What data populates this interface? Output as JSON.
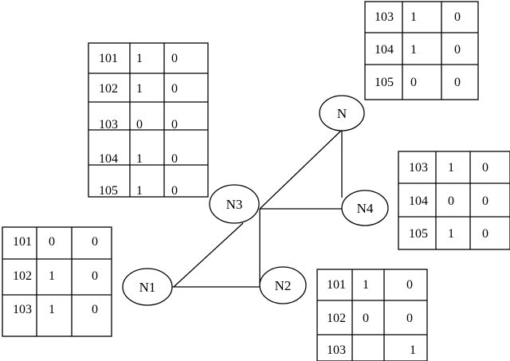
{
  "nodes": {
    "n": {
      "label": "N"
    },
    "n1": {
      "label": "N1"
    },
    "n2": {
      "label": "N2"
    },
    "n3": {
      "label": "N3"
    },
    "n4": {
      "label": "N4"
    }
  },
  "tables": {
    "top_left": {
      "rows": [
        [
          "101",
          "1",
          "0"
        ],
        [
          "102",
          "1",
          "0"
        ],
        [
          "103",
          "0",
          "0"
        ],
        [
          "104",
          "1",
          "0"
        ],
        [
          "105",
          "1",
          "0"
        ]
      ]
    },
    "top_right": {
      "rows": [
        [
          "103",
          "1",
          "0"
        ],
        [
          "104",
          "1",
          "0"
        ],
        [
          "105",
          "0",
          "0"
        ]
      ]
    },
    "right": {
      "rows": [
        [
          "103",
          "1",
          "0"
        ],
        [
          "104",
          "0",
          "0"
        ],
        [
          "105",
          "1",
          "0"
        ]
      ]
    },
    "bottom_left": {
      "rows": [
        [
          "101",
          "0",
          "0"
        ],
        [
          "102",
          "1",
          "0"
        ],
        [
          "103",
          "1",
          "0"
        ]
      ]
    },
    "bottom_right": {
      "rows": [
        [
          "101",
          "1",
          "0"
        ],
        [
          "102",
          "0",
          "0"
        ],
        [
          "103",
          "",
          "1"
        ]
      ]
    }
  }
}
